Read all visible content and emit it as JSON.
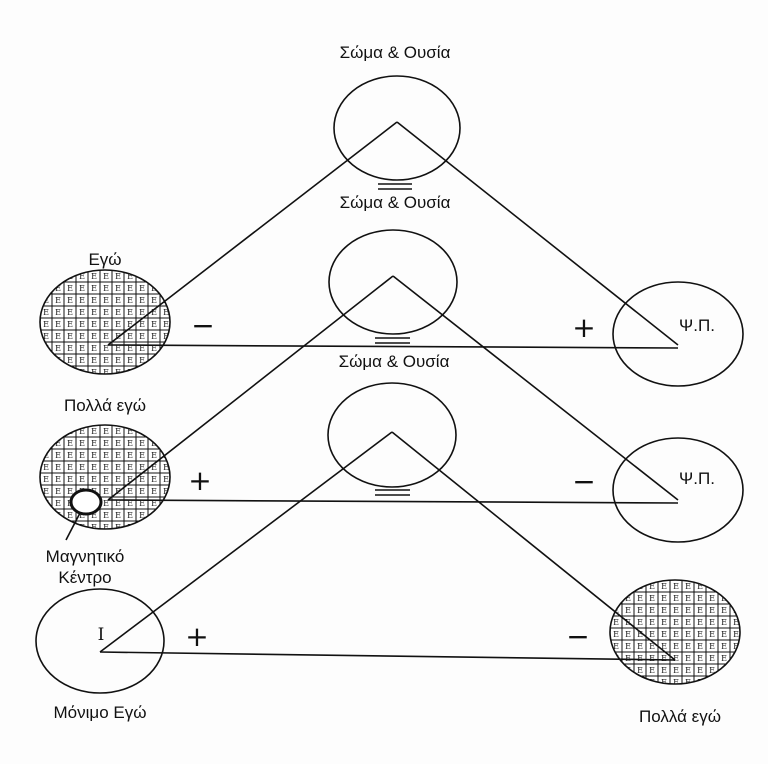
{
  "labels": {
    "top_title": "Σώμα & Ουσία",
    "mid_title_1": "Σώμα & Ουσία",
    "mid_title_2": "Σώμα & Ουσία",
    "ego_title": "Εγώ",
    "many_egos_left": "Πολλά εγώ",
    "psi_p_1": "Ψ.Π.",
    "psi_p_2": "Ψ.Π.",
    "magnetic_center": "Μαγνητικό",
    "magnetic_center_2": "Κέντρο",
    "permanent_i_letter": "I",
    "permanent_ego": "Μόνιμο Εγώ",
    "many_egos_right": "Πολλά εγώ"
  },
  "signs": {
    "row1_left": "−",
    "row1_right": "+",
    "row2_left": "+",
    "row2_right": "−",
    "row3_left": "+",
    "row3_right": "−"
  },
  "grid_letter": "E",
  "colors": {
    "ink": "#111111",
    "paper": "#fdfdfd"
  }
}
